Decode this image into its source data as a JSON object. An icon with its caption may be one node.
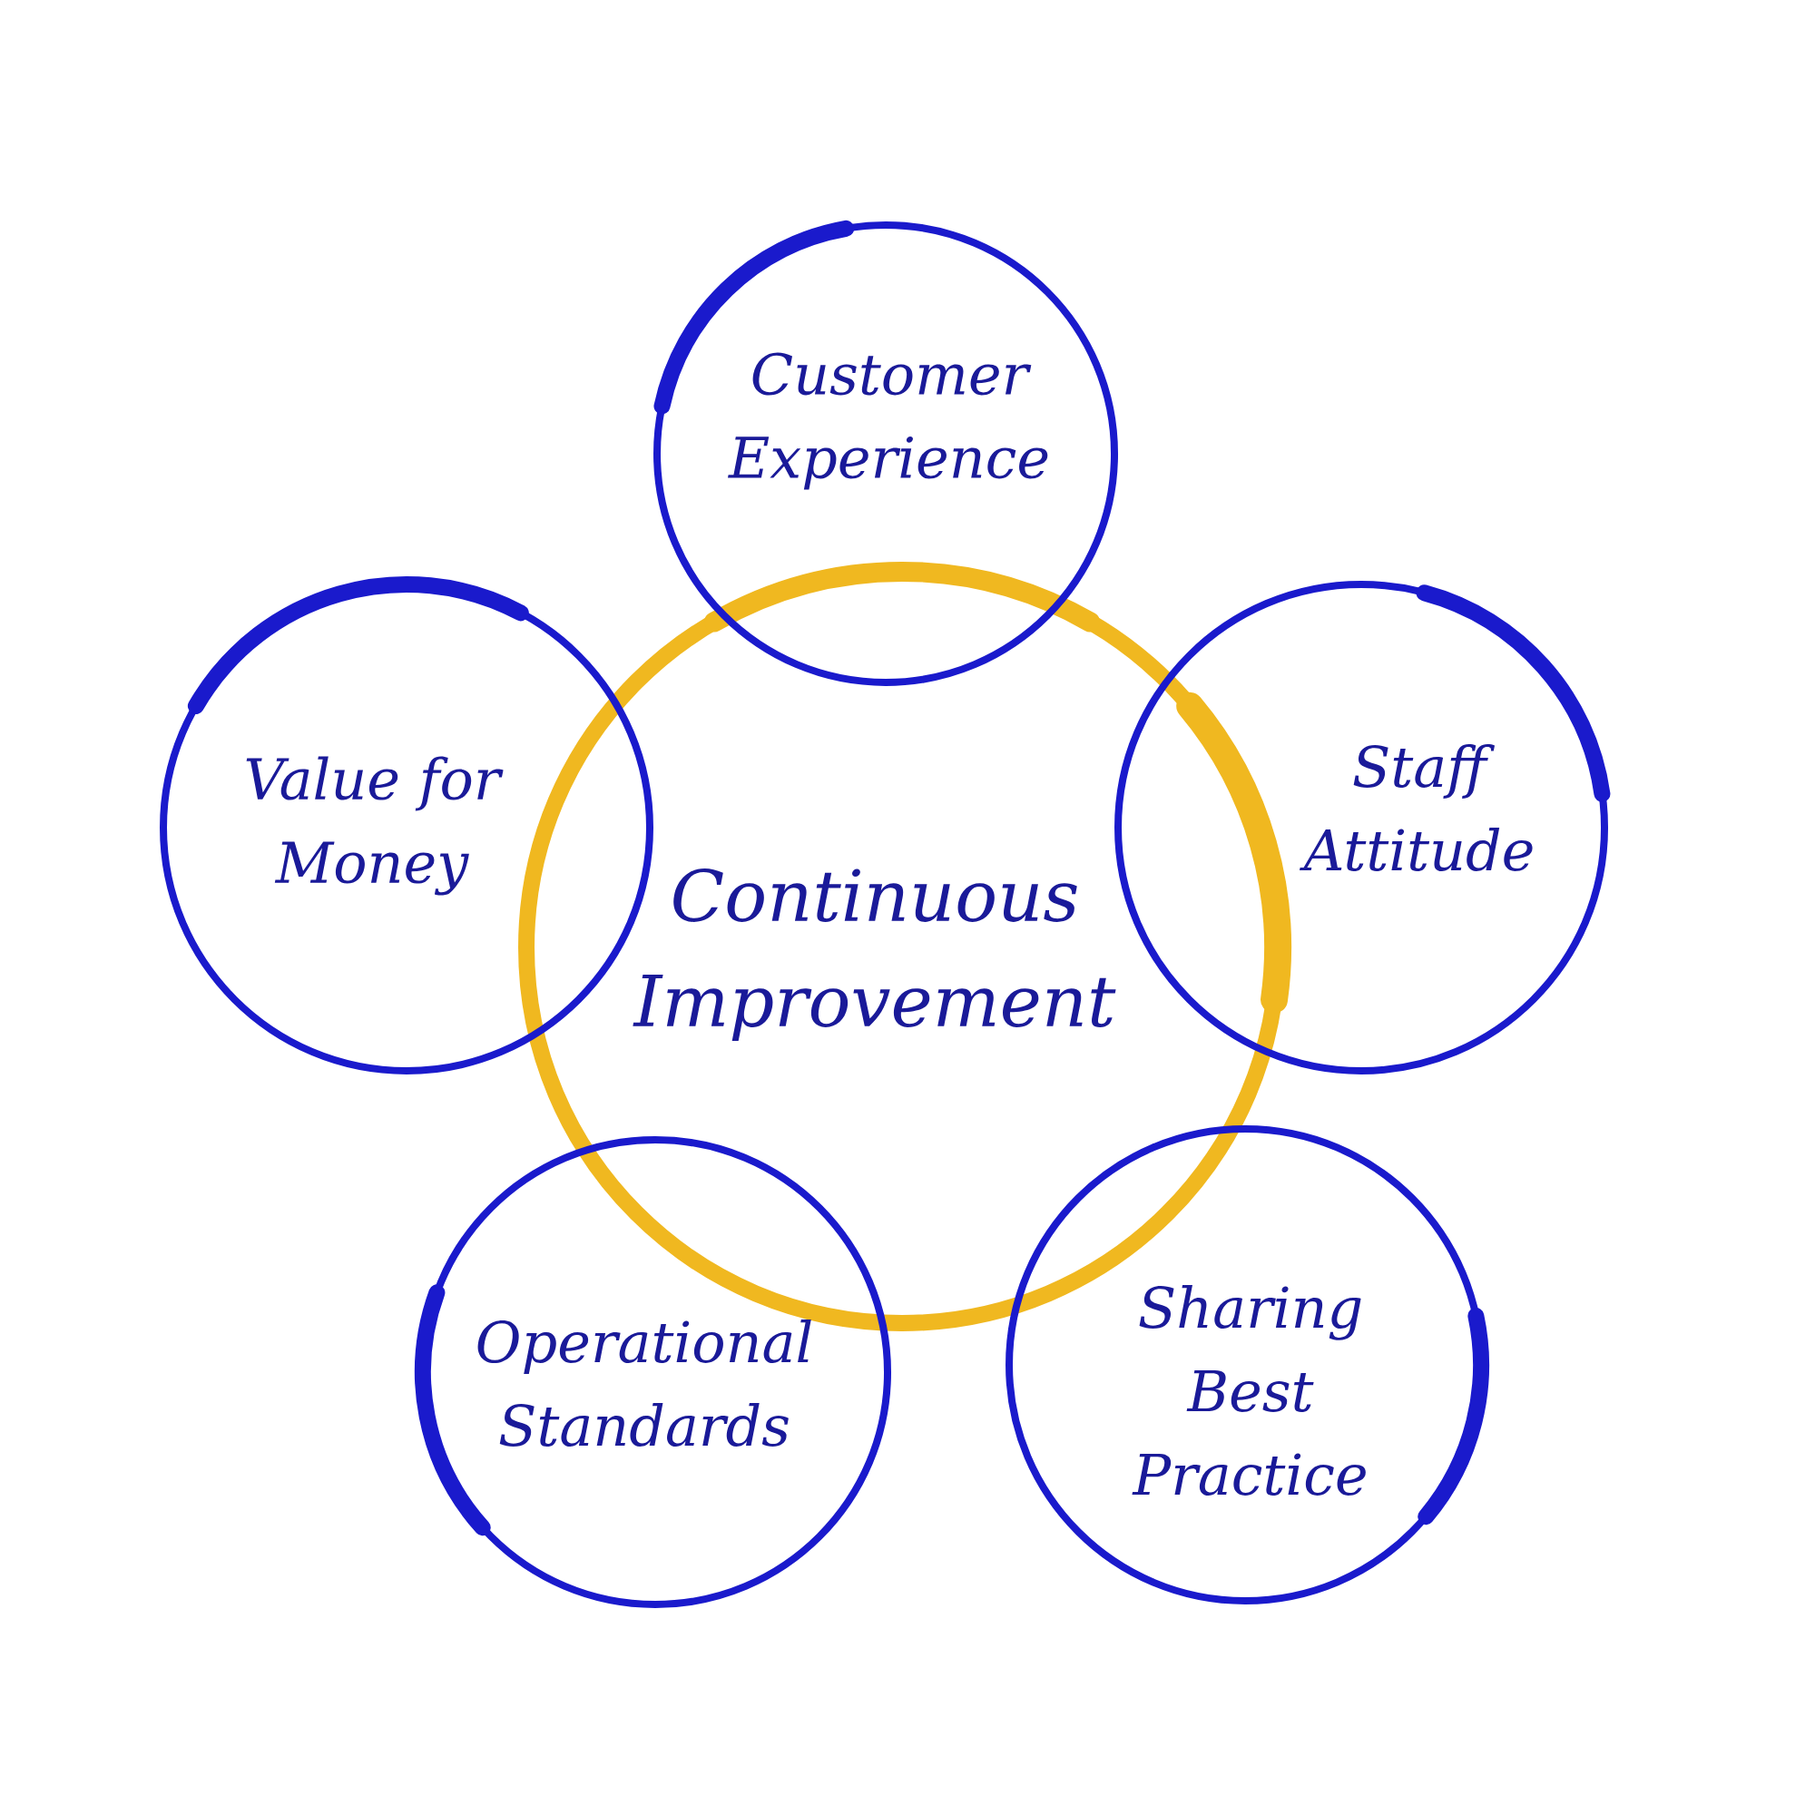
{
  "diagram": {
    "nodes": [
      {
        "text": [
          "Continuous Improvement"
        ]
      },
      {
        "text": [
          "Customer Experience"
        ]
      },
      {
        "text": [
          "Staff Attitude"
        ]
      },
      {
        "text": [
          "Sharing Best Practice"
        ]
      },
      {
        "text": [
          "Operational Standards"
        ]
      },
      {
        "text": [
          "Value for Money"
        ]
      }
    ]
  }
}
